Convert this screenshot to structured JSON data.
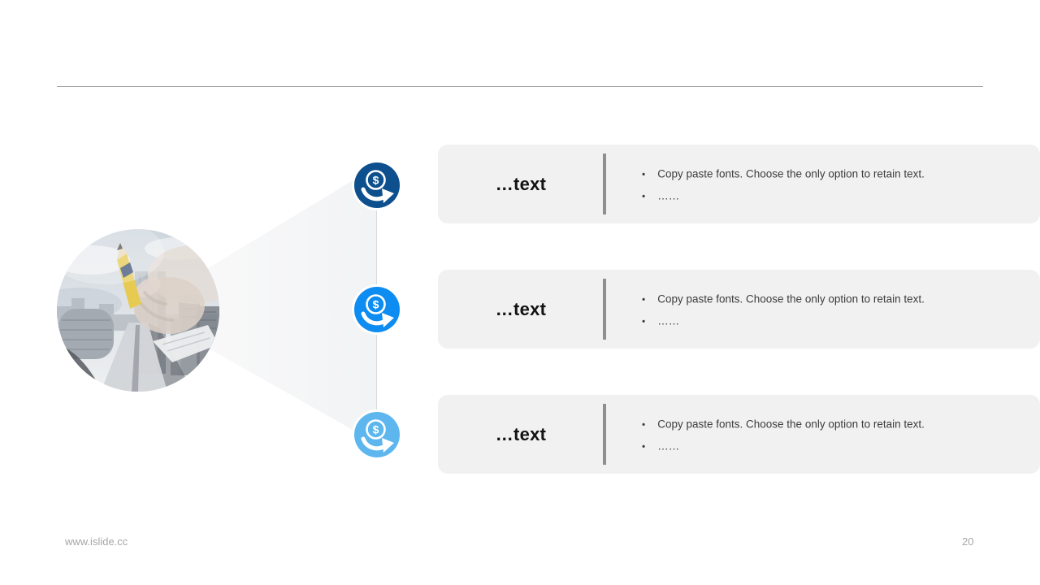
{
  "page": {
    "footer_url": "www.islide.cc",
    "page_number": "20"
  },
  "decor": {
    "hero_image": "double-exposure-hand-writing-over-cityscape",
    "currency_symbol": "$",
    "accent_colors": [
      "#0e4f8e",
      "#0d8cf1",
      "#5db7ee"
    ],
    "card_bg": "#f1f1f2",
    "divider_color": "#8f8f8f"
  },
  "items": [
    {
      "title": "…text",
      "icon": "dollar-coin-arrow-icon",
      "color": "#0e4f8e",
      "bullets": [
        "Copy paste fonts. Choose the only option to retain text.",
        "……"
      ]
    },
    {
      "title": "…text",
      "icon": "dollar-coin-arrow-icon",
      "color": "#0d8cf1",
      "bullets": [
        "Copy paste fonts. Choose the only option to retain text.",
        "……"
      ]
    },
    {
      "title": "…text",
      "icon": "dollar-coin-arrow-icon",
      "color": "#5db7ee",
      "bullets": [
        "Copy paste fonts. Choose the only option to retain text.",
        "……"
      ]
    }
  ]
}
